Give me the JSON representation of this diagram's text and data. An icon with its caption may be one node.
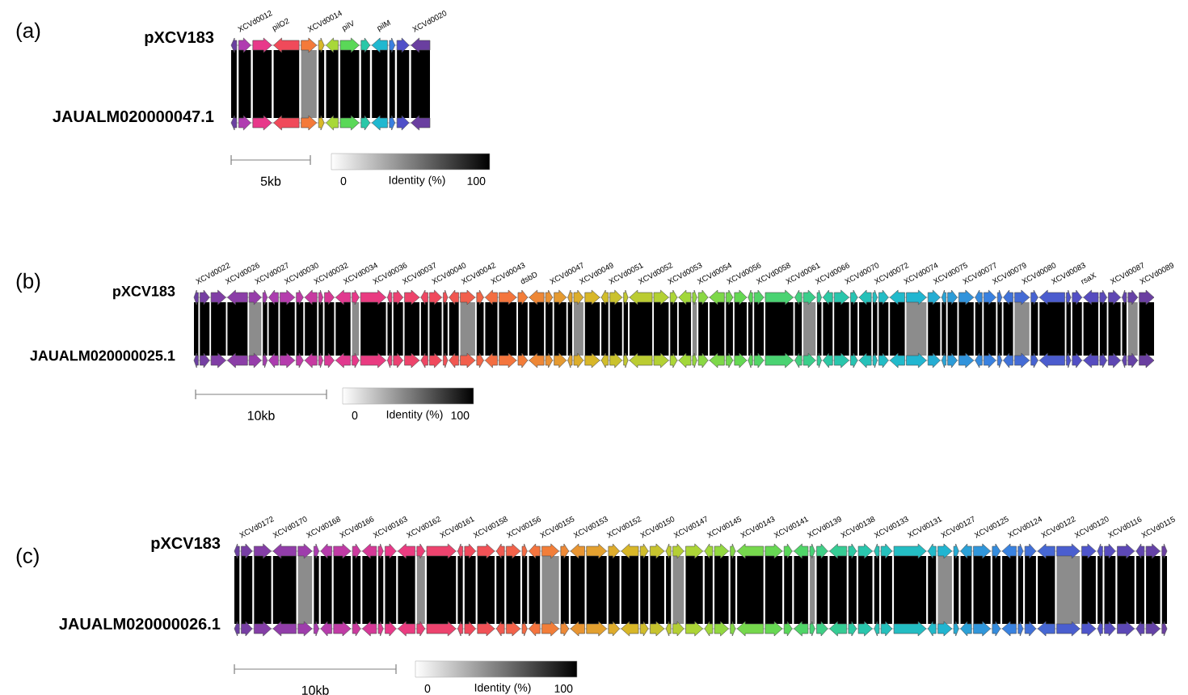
{
  "diagram": {
    "labels": [
      "(a)",
      "XCVd0012",
      "pilO2",
      "XCVd0014",
      "pilV",
      "pilM",
      "XCVd0020",
      "pXCV183",
      "JAUALM020000047.1",
      "5kb",
      "0",
      "Identity (%)",
      "100",
      "(b)",
      "XCVd0022",
      "XCVd0026",
      "XCVd0027",
      "XCVd0030",
      "XCVd0032",
      "XCVd0034",
      "XCVd0036",
      "XCVd0037",
      "XCVd0040",
      "XCVd0042",
      "XCVd0043",
      "dsbD",
      "XCVd0047",
      "XCVd0049",
      "XCVd0051",
      "XCVd0052",
      "XCVd0053",
      "XCVd0054",
      "XCVd0056",
      "XCVd0058",
      "XCVd0061",
      "XCVd0066",
      "XCVd0070",
      "XCVd0072",
      "XCVd0074",
      "XCVd0075",
      "XCVd0077",
      "XCVd0079",
      "XCVd0080",
      "XCVd0083",
      "rsaX",
      "XCVd0087",
      "XCVd0089",
      "pXCV183",
      "JAUALM020000025.1",
      "10kb",
      "0",
      "Identity (%)",
      "100",
      "(c)",
      "XCVd0172",
      "XCVd0170",
      "XCVd0168",
      "XCVd0166",
      "XCVd0163",
      "XCVd0162",
      "XCVd0161",
      "XCVd0158",
      "XCVd0156",
      "XCVd0155",
      "XCVd0153",
      "XCVd0152",
      "XCVd0150",
      "XCVd0147",
      "XCVd0145",
      "XCVd0143",
      "XCVd0141",
      "XCVd0139",
      "XCVd0138",
      "XCVd0133",
      "XCVd0131",
      "XCVd0127",
      "XCVd0125",
      "XCVd0124",
      "XCVd0122",
      "XCVd0120",
      "XCVd0116",
      "XCVd0115",
      "pXCV183",
      "JAUALM020000026.1",
      "10kb",
      "0",
      "Identity (%)",
      "100"
    ]
  }
}
